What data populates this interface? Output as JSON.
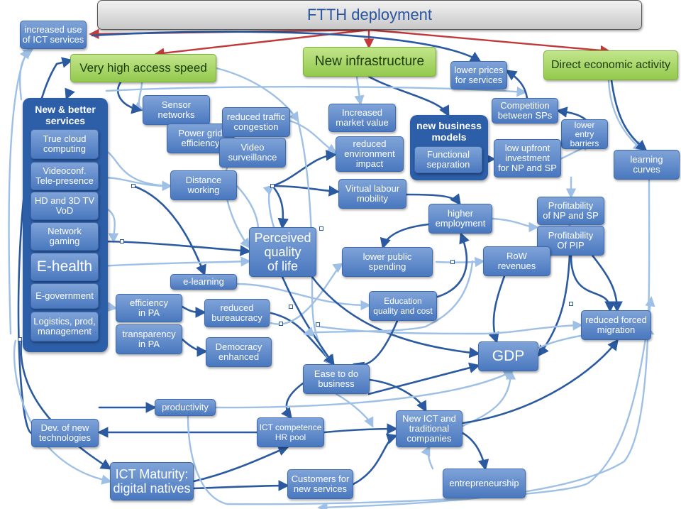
{
  "colors": {
    "blue_edge": "#2b5aa0",
    "light_edge": "#9ec0e6",
    "red_edge": "#c0393b"
  },
  "title": "FTTH deployment",
  "groups": {
    "services": "New & better\nservices",
    "business_models": "new business\nmodels"
  },
  "nodes": {
    "increased_use": "increased use\nof ICT services",
    "very_high_speed": "Very high access speed",
    "new_infra": "New infrastructure",
    "lower_prices": "lower prices\nfor services",
    "direct_econ": "Direct economic activity",
    "true_cloud": "True cloud\ncomputing",
    "videoconf": "Videoconf.\nTele-presence",
    "hd_vod": "HD and 3D TV\nVoD",
    "network_gaming": "Network\ngaming",
    "ehealth": "E-health",
    "egov": "E-government",
    "logistics": "Logistics, prod,\nmanagement",
    "sensor": "Sensor\nnetworks",
    "power_grid": "Power grid\nefficiency",
    "reduced_traffic": "reduced traffic\ncongestion",
    "video_surv": "Video\nsurveillance",
    "increased_market": "Increased\nmarket value",
    "reduced_env": "reduced\nenvironment\nimpact",
    "functional_sep": "Functional\nseparation",
    "competition": "Competition\nbetween SPs",
    "lower_entry": "lower\nentry\nbarriers",
    "low_upfront": "low upfront\ninvestment\nfor NP and SP",
    "learning_curves": "learning\ncurves",
    "distance_working": "Distance\nworking",
    "virtual_labour": "Virtual labour\nmobility",
    "higher_employment": "higher\nemployment",
    "profit_np_sp": "Profitability\nof NP and SP",
    "profit_pip": "Profitability\nOf PIP",
    "perceived_qol": "Perceived\nquality\nof life",
    "lower_public": "lower public\nspending",
    "row_revenues": "RoW\nrevenues",
    "elearning": "e-learning",
    "education": "Education\nquality and cost",
    "efficiency_pa": "efficiency\nin PA",
    "reduced_bureau": "reduced\nbureaucracy",
    "transparency_pa": "transparency\nin PA",
    "democracy": "Democracy\nenhanced",
    "reduced_migration": "reduced forced\nmigration",
    "gdp": "GDP",
    "ease_business": "Ease to do\nbusiness",
    "productivity": "productivity",
    "dev_tech": "Dev. of new\ntechnologies",
    "ict_competence": "ICT competence\nHR pool",
    "new_ict_companies": "New ICT and\ntraditional\ncompanies",
    "ict_maturity": "ICT Maturity:\ndigital natives",
    "customers": "Customers for\nnew services",
    "entrepreneurship": "entrepreneurship"
  }
}
